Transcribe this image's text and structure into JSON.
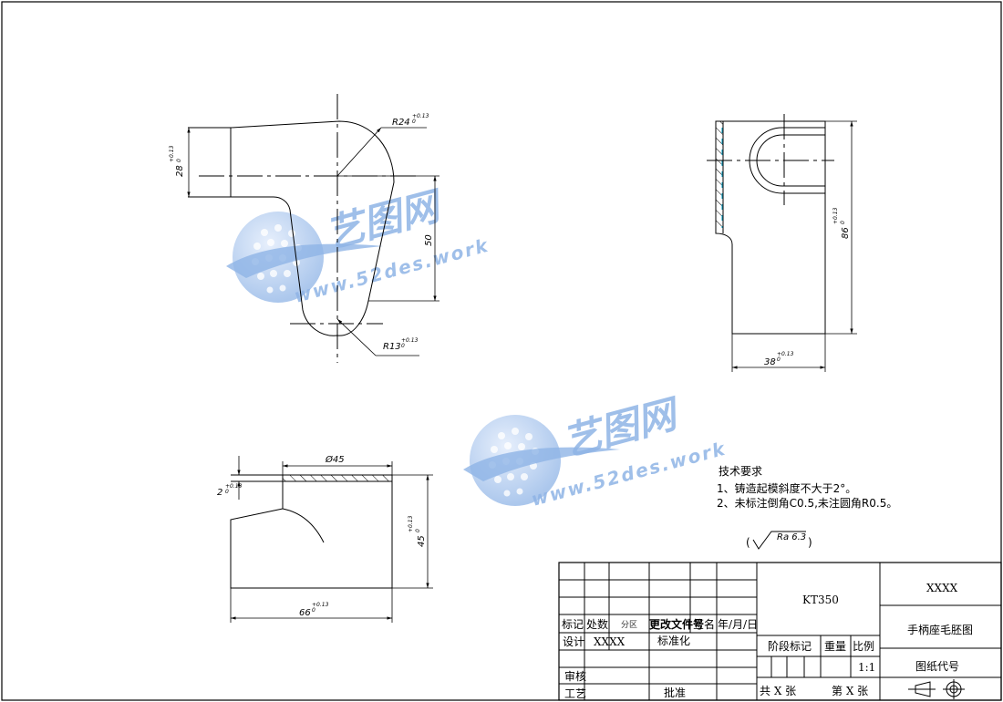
{
  "dimensions": {
    "front_radius_top": "R24",
    "front_radius_top_tol": "+0.13",
    "front_radius_top_tol0": "0",
    "front_height_left": "28",
    "front_height_left_tol": "+0.13",
    "front_height_left_tol0": "0",
    "front_center_span": "50",
    "front_radius_bottom": "R13",
    "front_radius_bottom_tol": "+0.13",
    "front_radius_bottom_tol0": "0",
    "side_height": "86",
    "side_height_tol": "+0.13",
    "side_height_tol0": "0",
    "side_width": "38",
    "side_width_tol": "+0.13",
    "side_width_tol0": "0",
    "top_diameter": "Ø45",
    "top_step": "2",
    "top_step_tol": "+0.13",
    "top_step_tol0": "0",
    "top_height": "45",
    "top_height_tol": "+0.13",
    "top_height_tol0": "0",
    "top_width": "66",
    "top_width_tol": "+0.13",
    "top_width_tol0": "0"
  },
  "notes": {
    "title": "技术要求",
    "line1": "1、铸造起模斜度不大于2°。",
    "line2": "2、未标注倒角C0.5,未注圆角R0.5。"
  },
  "roughness": {
    "label": "Ra 6.3"
  },
  "title_block": {
    "material": "KT350",
    "company": "XXXX",
    "part_name": "手柄座毛胚图",
    "drawing_code": "图纸代号",
    "scale": "1:1",
    "biaoji": "标记",
    "chushu": "处数",
    "fenqu": "分区",
    "gengai": "更改文件号",
    "qianming": "签名",
    "date": "年/月/日",
    "sheji": "设计",
    "designer": "XXXX",
    "biaozhunhua": "标准化",
    "shenhe": "审核",
    "gongyi": "工艺",
    "pizhun": "批准",
    "jieduan": "阶段标记",
    "zhongliang": "重量",
    "bili": "比例",
    "total_sheets": "共  X  张",
    "sheet_no": "第  X  张"
  },
  "watermarks": [
    {
      "cn": "艺图网",
      "en": "www.52des.work"
    },
    {
      "cn": "艺图网",
      "en": "www.52des.work"
    }
  ]
}
